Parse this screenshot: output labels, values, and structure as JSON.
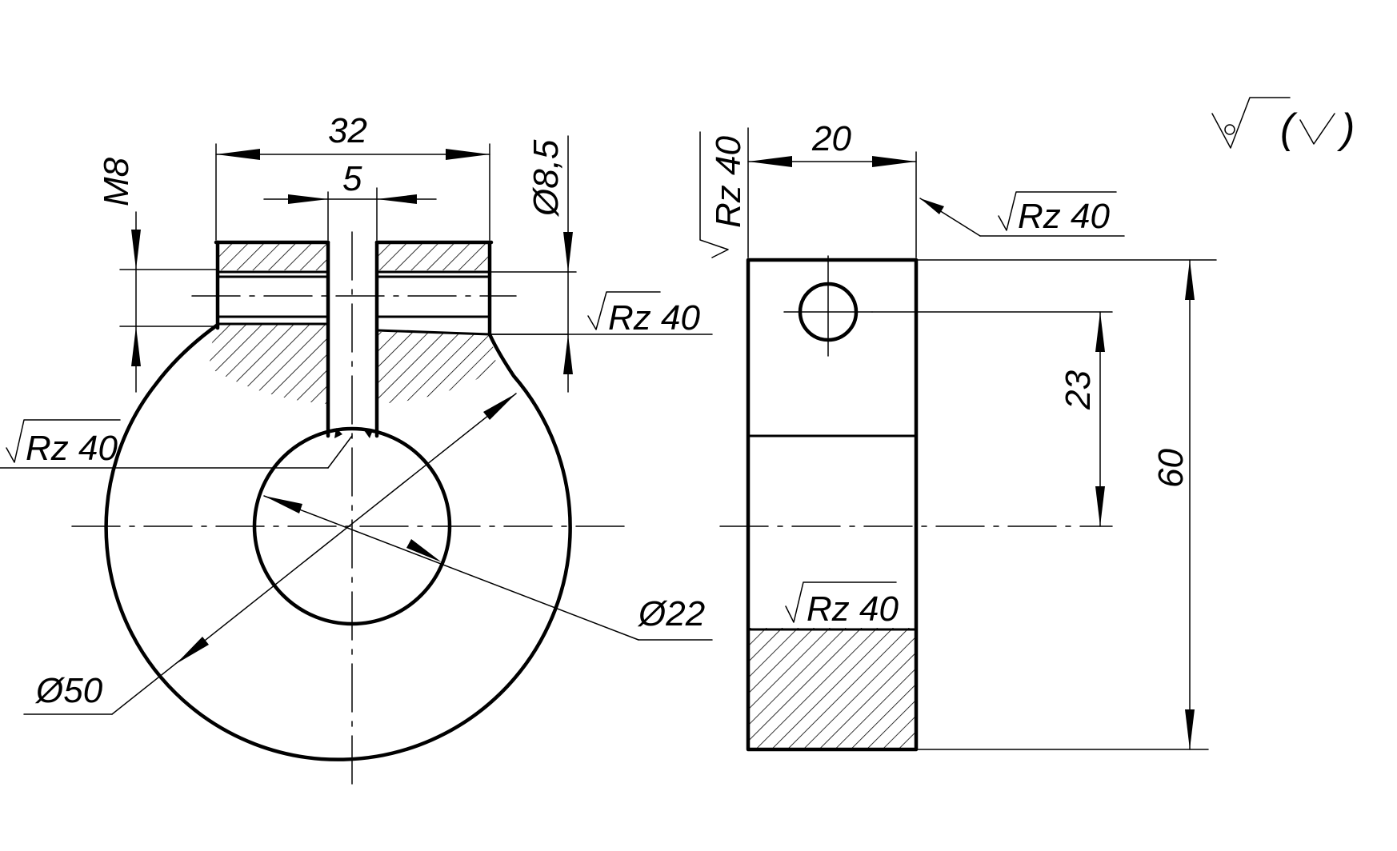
{
  "dimensions": {
    "width_32": "32",
    "slot_5": "5",
    "thread_m8": "M8",
    "hole_d8_5": "Ø8,5",
    "width_20": "20",
    "height_23": "23",
    "height_60": "60",
    "bore_d22": "Ø22",
    "outer_d50": "Ø50"
  },
  "roughness": {
    "rz_label": "Rz 40",
    "general_symbol_paren_left": "(",
    "general_symbol_paren_right": ")"
  }
}
